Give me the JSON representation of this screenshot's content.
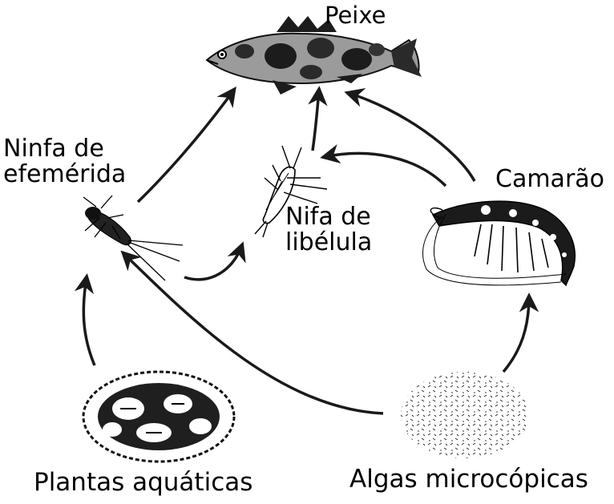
{
  "organisms": {
    "peixe": "Peixe",
    "ninfa_efemerida": [
      "Ninfa de",
      "efemérida"
    ],
    "nifa_libelula": [
      "Nifa de",
      "libélula"
    ],
    "camarao": "Camarão",
    "plantas": "Plantas aquáticas",
    "algas": "Algas microcópicas"
  },
  "colors": {
    "arrow": "#1a1a1a",
    "ink": "#000000",
    "fish_light": "#8a8a8a"
  }
}
